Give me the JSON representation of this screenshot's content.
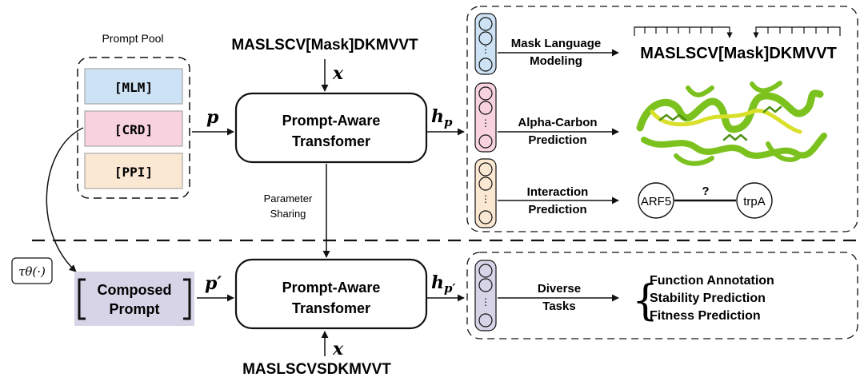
{
  "prompt_pool": {
    "title": "Prompt Pool",
    "items": [
      {
        "label": "[MLM]",
        "color": "#cde3f5"
      },
      {
        "label": "[CRD]",
        "color": "#f8d3df"
      },
      {
        "label": "[PPI]",
        "color": "#fbe8d3"
      }
    ]
  },
  "composed_prompt": {
    "line1": "Composed",
    "line2": "Prompt",
    "color": "#d8d4e8"
  },
  "transformer_top": {
    "line1": "Prompt-Aware",
    "line2": "Transfomer"
  },
  "transformer_bottom": {
    "line1": "Prompt-Aware",
    "line2": "Transfomer"
  },
  "symbols": {
    "p": "p",
    "p_prime": "p′",
    "x_top": "x",
    "x_bottom": "x",
    "h_p": "h",
    "h_p_sub": "p",
    "h_pp": "h",
    "h_pp_sub": "p′",
    "tau": "τθ(·)"
  },
  "sequences": {
    "input_masked": "MASLSCV[Mask]DKMVVT",
    "output_masked": "MASLSCV[Mask]DKMVVT",
    "input_plain": "MASLSCVSDKMVVT"
  },
  "sharing": {
    "line1": "Parameter",
    "line2": "Sharing"
  },
  "tasks": [
    {
      "line1": "Mask Language",
      "line2": "Modeling",
      "color": "#cde3f5"
    },
    {
      "line1": "Alpha-Carbon",
      "line2": "Prediction",
      "color": "#f8d3df"
    },
    {
      "line1": "Interaction",
      "line2": "Prediction",
      "color": "#fbe8d3"
    }
  ],
  "interaction": {
    "left": "ARF5",
    "right": "trpA",
    "question": "?"
  },
  "diverse": {
    "line1": "Diverse",
    "line2": "Tasks",
    "color": "#d8d4e8"
  },
  "downstream": [
    "Function Annotation",
    "Stability Prediction",
    "Fitness Prediction"
  ],
  "colors": {
    "protein_green": "#7cc21f",
    "protein_yellow": "#d8e02a",
    "line": "#111111"
  }
}
